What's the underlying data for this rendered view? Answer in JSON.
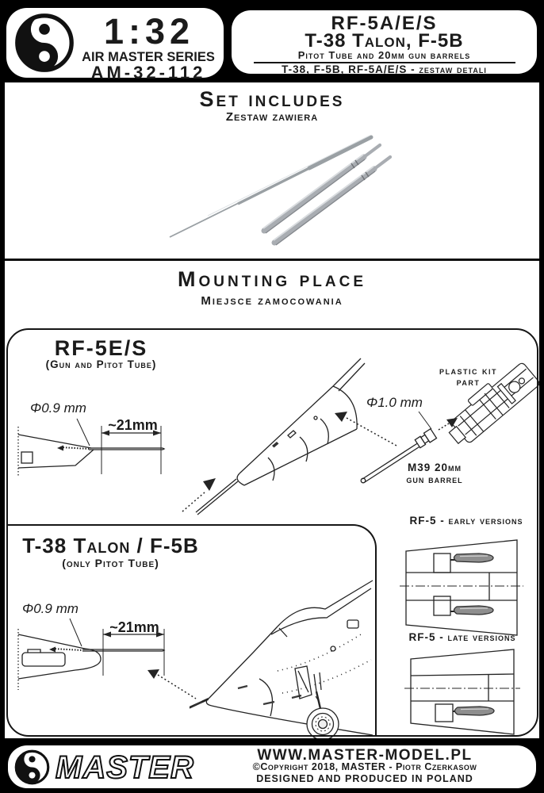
{
  "colors": {
    "ink": "#1b1b1b",
    "paper": "#ffffff",
    "band": "#000000",
    "metal": "#a9adb2",
    "barrel_fill": "#8e8e8e"
  },
  "icons": {
    "brand_logo": "master-spiral-logo"
  },
  "header": {
    "scale": "1:32",
    "series": "AIR MASTER SERIES",
    "code": "AM-32-112",
    "title1": "RF-5A/E/S",
    "title2": "T-38 Talon, F-5B",
    "subtitle": "Pitot Tube and 20mm gun barrels",
    "subtitle_pl": "T-38, F-5B, RF-5A/E/S - zestaw detali"
  },
  "set_includes": {
    "title": "Set includes",
    "subtitle_pl": "Zestaw zawiera",
    "parts": [
      "pitot tube",
      "gun barrel",
      "gun barrel"
    ]
  },
  "mounting": {
    "title": "Mounting place",
    "subtitle_pl": "Miejsce zamocowania"
  },
  "rf5es": {
    "title": "RF-5E/S",
    "subtitle": "(Gun and Pitot Tube)",
    "pitot_diameter": "Φ0.9 mm",
    "pitot_length": "~21mm",
    "gun_diameter": "Φ1.0 mm",
    "plastic_kit": {
      "line1": "plastic kit",
      "line2": "part"
    },
    "gun_label": {
      "line1": "M39 20mm",
      "line2": "gun barrel"
    }
  },
  "t38": {
    "title": "T-38 Talon / F-5B",
    "subtitle": "(only Pitot Tube)",
    "pitot_diameter": "Φ0.9 mm",
    "pitot_length": "~21mm"
  },
  "versions": {
    "early": "RF-5 - early versions",
    "late": "RF-5 - late versions"
  },
  "footer": {
    "brand": "MASTER",
    "website": "WWW.MASTER-MODEL.PL",
    "copyright": "©Copyright 2018, MASTER - Piotr Czerkasow",
    "madein": "DESIGNED AND PRODUCED IN POLAND"
  }
}
